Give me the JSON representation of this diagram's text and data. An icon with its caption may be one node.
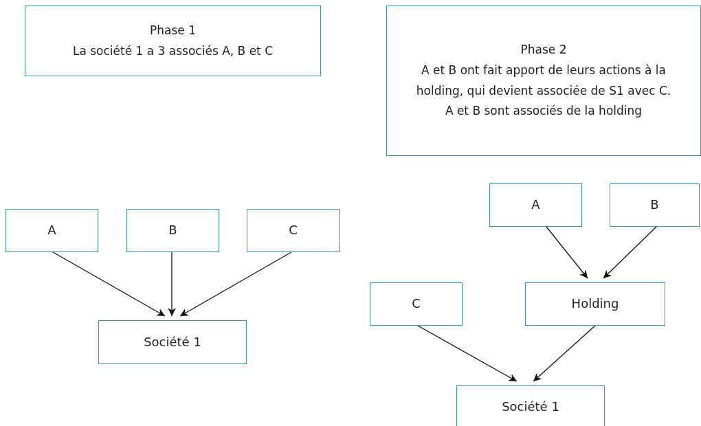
{
  "diagram": {
    "nodes": [
      {
        "text": [
          "Phase 1",
          "La société 1 a 3 associés A, B et C"
        ]
      },
      {
        "text": [
          "Phase 2",
          "A et B ont fait apport de leurs actions à la holding, qui devient associée de S1 avec C.",
          "A et B sont associés de la holding"
        ]
      },
      {
        "text": [
          "A"
        ]
      },
      {
        "text": [
          "B"
        ]
      },
      {
        "text": [
          "C"
        ]
      },
      {
        "text": [
          "Société 1"
        ]
      },
      {
        "text": [
          "A"
        ]
      },
      {
        "text": [
          "B"
        ]
      },
      {
        "text": [
          "C"
        ]
      },
      {
        "text": [
          "Holding"
        ]
      },
      {
        "text": [
          "Société 1"
        ]
      }
    ],
    "edges": [
      {
        "from": 2,
        "to": 5,
        "arrow": "to"
      },
      {
        "from": 3,
        "to": 5,
        "arrow": "to"
      },
      {
        "from": 4,
        "to": 5,
        "arrow": "to"
      },
      {
        "from": 6,
        "to": 9,
        "arrow": "to"
      },
      {
        "from": 7,
        "to": 9,
        "arrow": "to"
      },
      {
        "from": 8,
        "to": 10,
        "arrow": "to"
      },
      {
        "from": 9,
        "to": 10,
        "arrow": "to"
      }
    ]
  }
}
